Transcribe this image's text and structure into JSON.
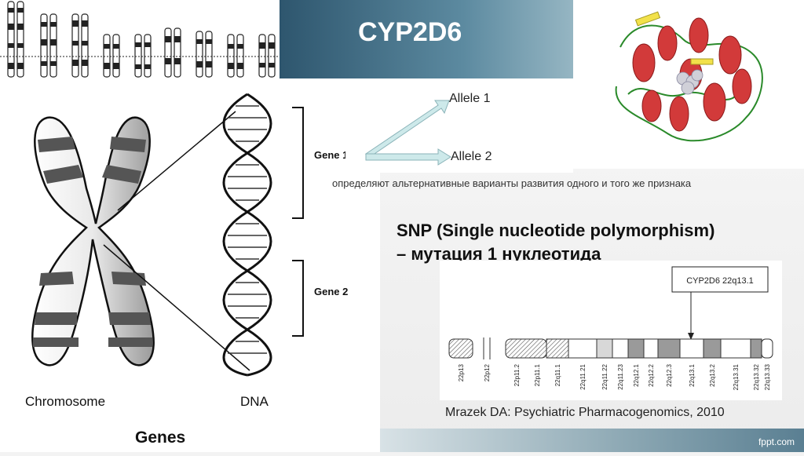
{
  "title": "CYP2D6",
  "diagram": {
    "chromosome_label": "Chromosome",
    "dna_label": "DNA",
    "genes_label": "Genes",
    "gene1_label": "Gene 1",
    "gene2_label": "Gene 2"
  },
  "alleles": {
    "allele1": "Allele 1",
    "allele2": "Allele 2",
    "definition": "определяют альтернативные варианты развития одного и того же признака"
  },
  "snp": {
    "line1": "SNP (Single nucleotide polymorphism)",
    "line2": "– мутация 1 нуклеотида"
  },
  "chromosome_map": {
    "locus_label": "CYP2D6  22q13.1",
    "bands": [
      "22p13",
      "22p12",
      "22p11.2",
      "22p11.1",
      "22q11.1",
      "22q11.21",
      "22q11.22",
      "22q11.23",
      "22q12.1",
      "22q12.2",
      "22q12.3",
      "22q13.1",
      "22q13.2",
      "22q13.31",
      "22q13.32",
      "22q13.33"
    ]
  },
  "citation": "Mrazek DA: Psychiatric Pharmacogenomics, 2010",
  "footer": "fppt.com"
}
